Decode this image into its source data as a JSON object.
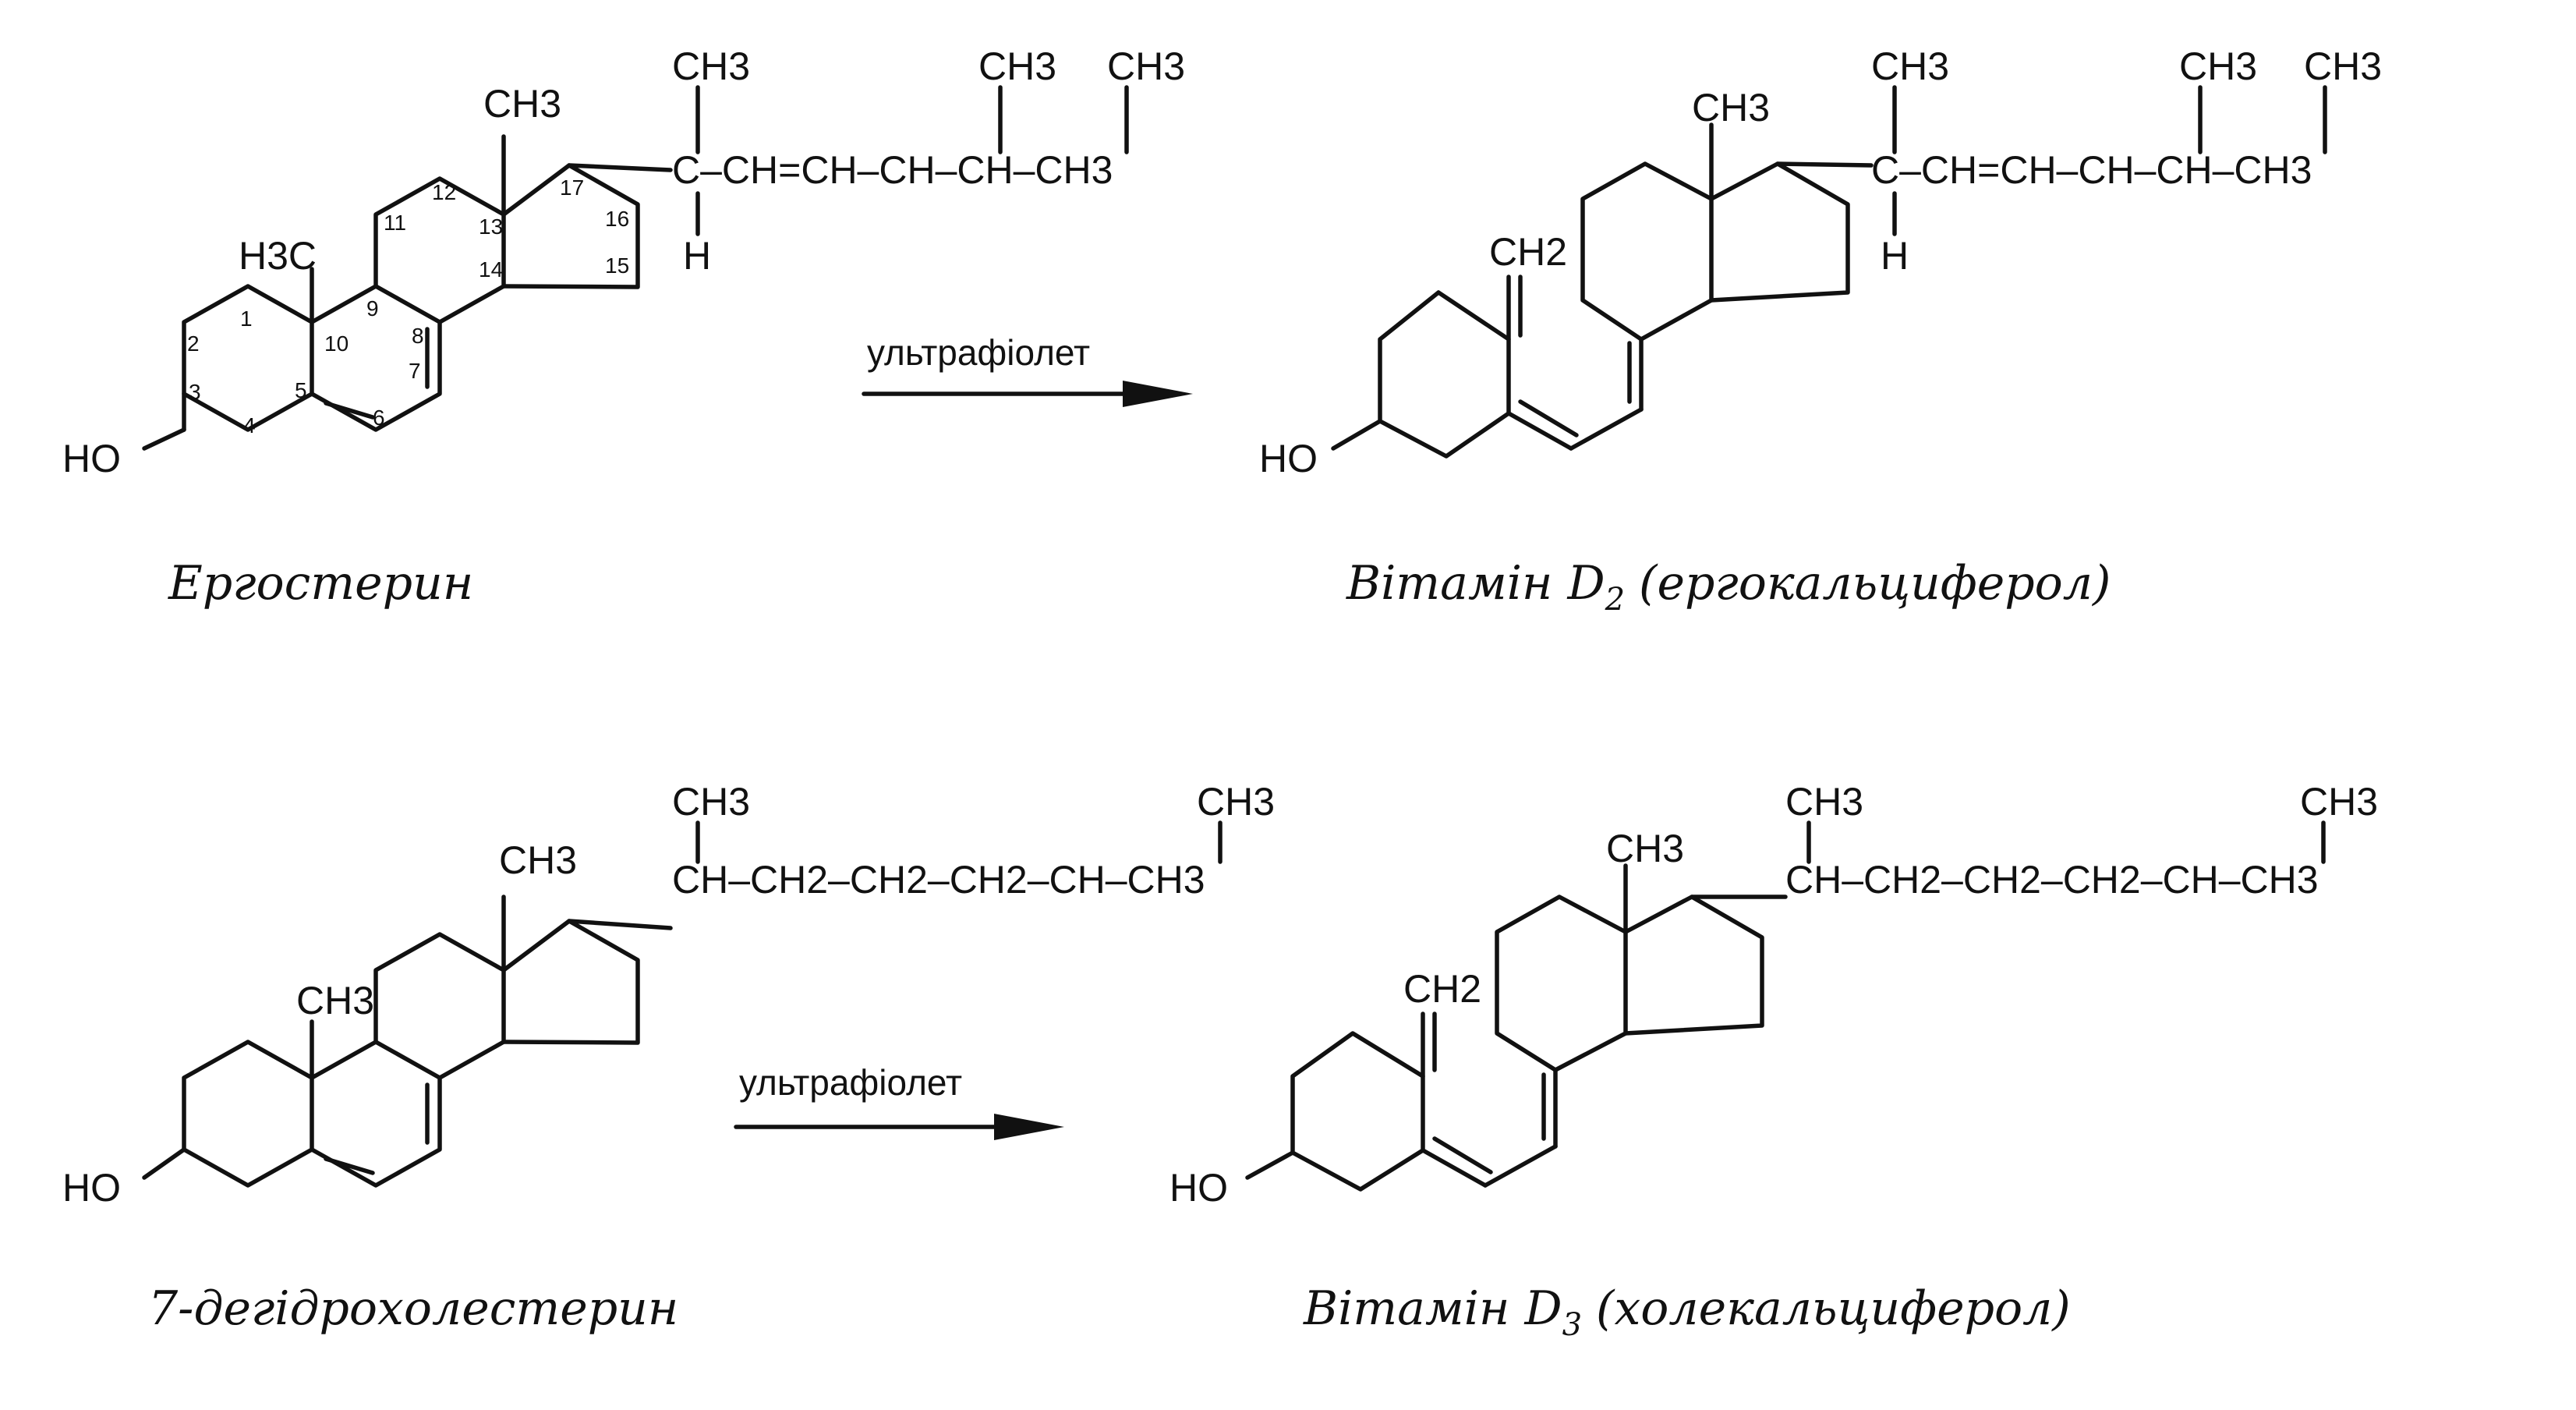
{
  "reaction_1": {
    "reactant": {
      "name": "Ергостерин",
      "labels": {
        "ch3_top": "CH3",
        "ch3_ring": "H3C",
        "ho": "HO",
        "h": "H",
        "chain_first": "CH3",
        "side_chain": "C–CH=CH–CH–CH–CH3",
        "chain_ch3_a": "CH3",
        "chain_ch3_b": "CH3"
      },
      "numbers": [
        "1",
        "2",
        "3",
        "4",
        "5",
        "6",
        "7",
        "8",
        "9",
        "10",
        "11",
        "12",
        "13",
        "14",
        "15",
        "16",
        "17"
      ]
    },
    "arrow_label": "ультрафіолет",
    "product": {
      "name": "Вітамін D",
      "name_sub": "2",
      "name_paren": "(ергокальциферол)",
      "labels": {
        "ch3": "CH3",
        "ch2": "CH2",
        "ho": "HO",
        "h": "H",
        "chain_first": "CH3",
        "chain_ch3_a": "CH3",
        "chain_ch3_b": "CH3"
      }
    }
  },
  "reaction_2": {
    "reactant": {
      "name": "7-дегідрохолестерин",
      "labels": {
        "ch3_top": "CH3",
        "ch3_ring": "CH3",
        "ho": "HO",
        "chain_first": "CH3",
        "chain_last_top": "CH3"
      }
    },
    "arrow_label": "ультрафіолет",
    "product": {
      "name": "Вітамін D",
      "name_sub": "3",
      "name_paren": "(холекальциферол)",
      "labels": {
        "ch3": "CH3",
        "ch2": "CH2",
        "ho": "HO",
        "chain_first": "CH3",
        "chain_last_top": "CH3"
      }
    }
  }
}
